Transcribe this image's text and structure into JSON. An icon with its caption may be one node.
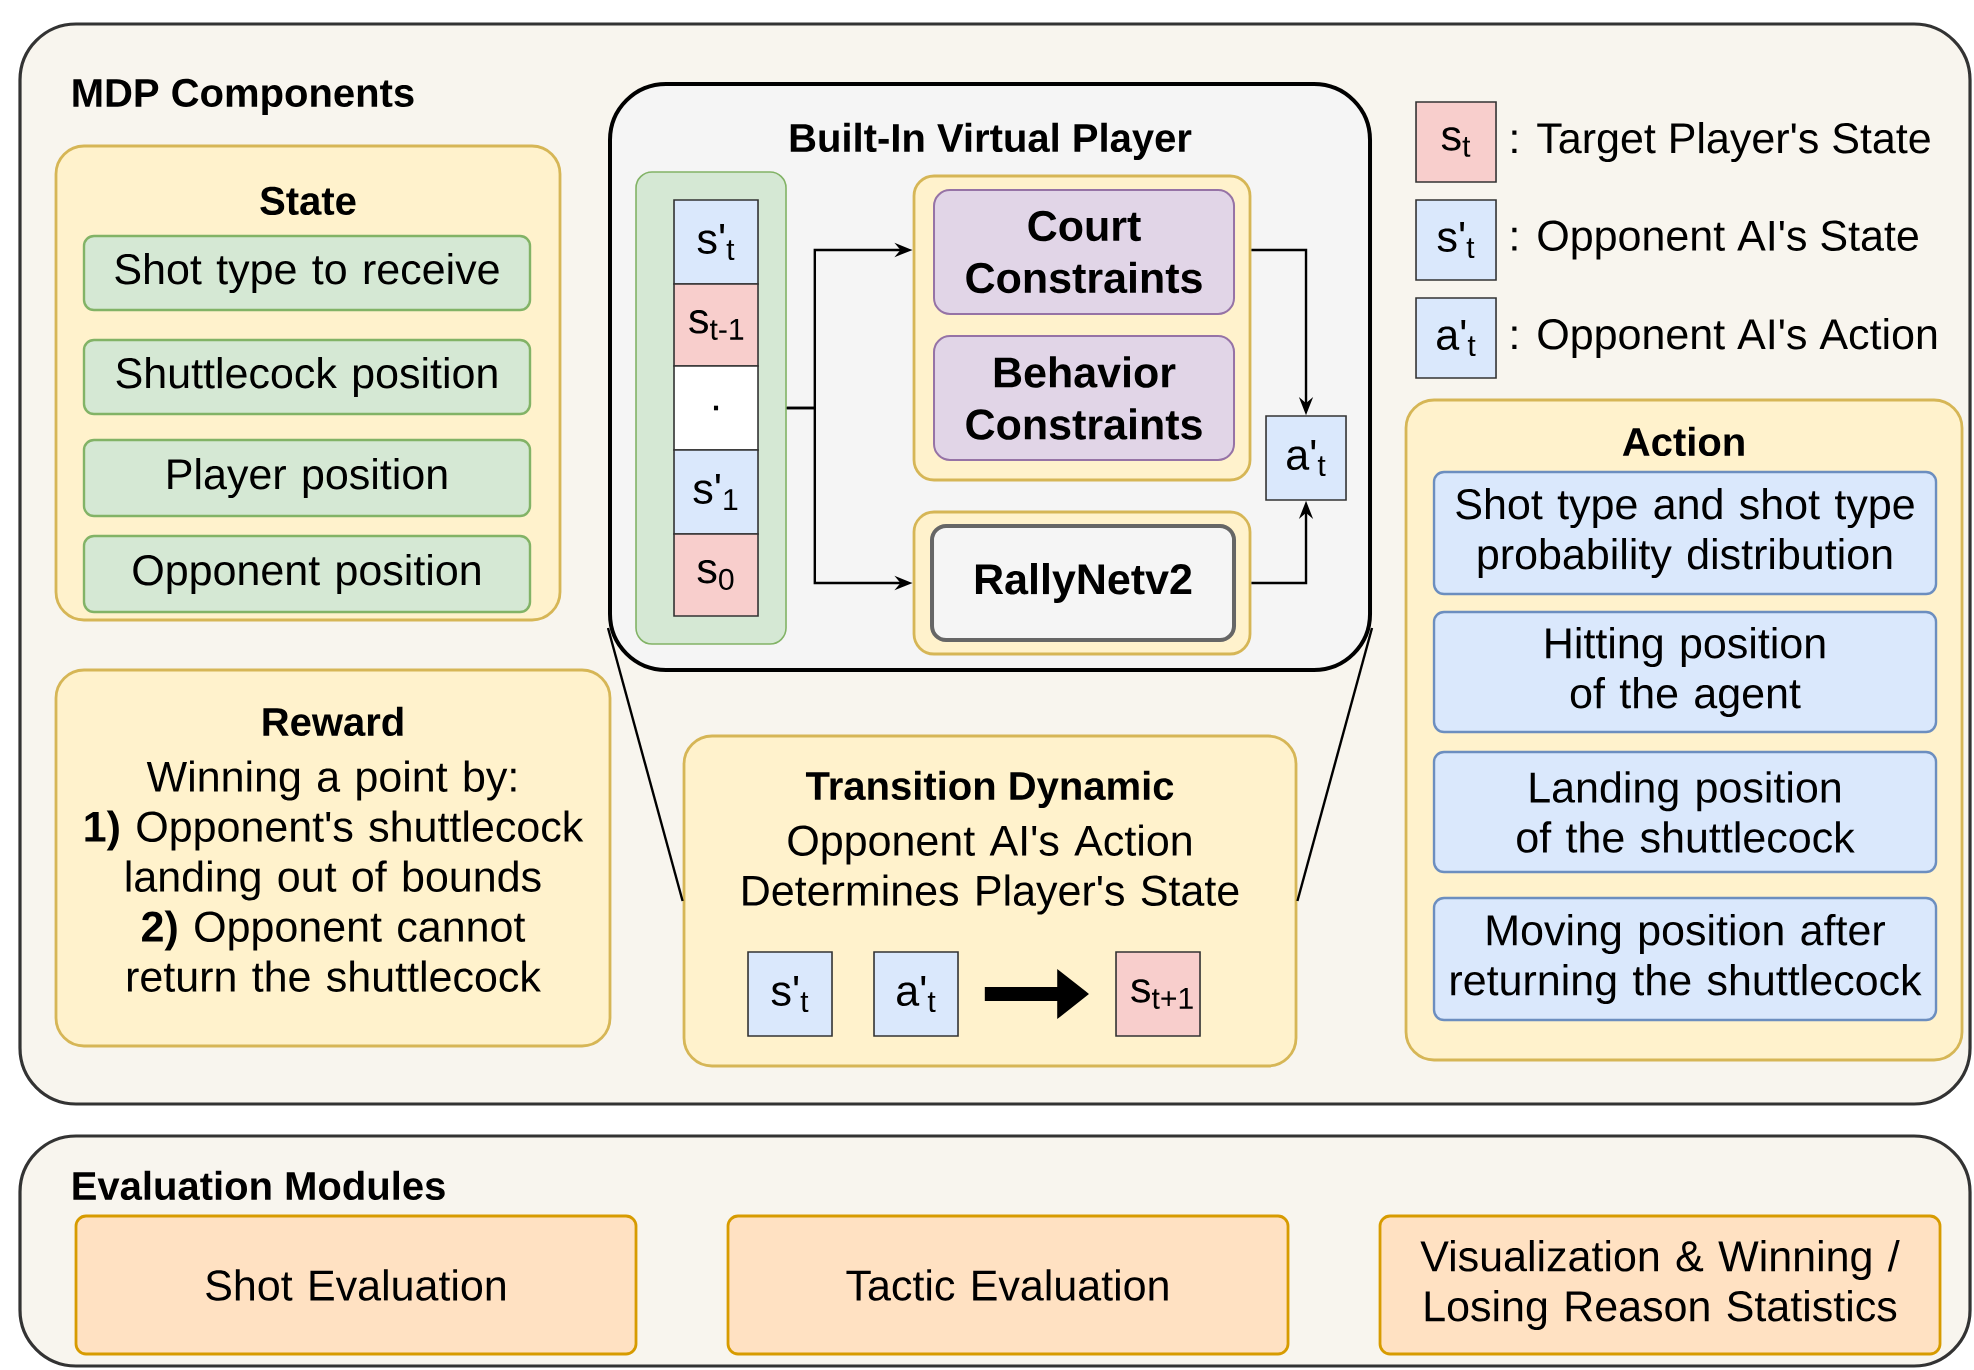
{
  "diagram": {
    "nodes": [
      {
        "text": [
          "MDP Components"
        ]
      },
      {
        "text": [
          "State"
        ],
        "in": 0
      },
      {
        "text": [
          "Shot type to receive"
        ],
        "in": 1
      },
      {
        "text": [
          "Shuttlecock position"
        ],
        "in": 1
      },
      {
        "text": [
          "Player position"
        ],
        "in": 1
      },
      {
        "text": [
          "Opponent position"
        ],
        "in": 1
      },
      {
        "text": [
          "Reward",
          "Winning a point by:",
          "**1)** Opponent's shuttlecock landing out of bounds",
          "**2)** Opponent cannot return the shuttlecock"
        ],
        "in": 0
      },
      {
        "text": [
          "Built-In Virtual Player"
        ],
        "in": 0
      },
      {
        "text": [],
        "shape": "box",
        "in": 7
      },
      {
        "text": [
          "s'$_{t}$"
        ],
        "in": 8
      },
      {
        "text": [
          "s$_{t-1}$"
        ],
        "in": 8
      },
      {
        "text": [
          "."
        ],
        "in": 8
      },
      {
        "text": [
          "s'$_{1}$"
        ],
        "in": 8
      },
      {
        "text": [
          "s$_{0}$"
        ],
        "in": 8
      },
      {
        "text": [],
        "shape": "box",
        "in": 7
      },
      {
        "text": [
          "Court Constraints"
        ],
        "in": 14
      },
      {
        "text": [
          "Behavior Constraints"
        ],
        "in": 14
      },
      {
        "text": [],
        "shape": "box",
        "in": 7
      },
      {
        "text": [
          "RallyNetv2"
        ],
        "in": 17
      },
      {
        "text": [
          "a'$_{t}$"
        ],
        "in": 7
      },
      {
        "text": [
          "Transition Dynamic",
          "Opponent AI's Action Determines Player's State"
        ],
        "in": 0
      },
      {
        "text": [
          "s'$_{t}$"
        ],
        "in": 20
      },
      {
        "text": [
          "a'$_{t}$"
        ],
        "in": 20
      },
      {
        "text": [
          "s$_{t+1}$"
        ],
        "in": 20
      },
      {
        "text": [
          "Action"
        ],
        "in": 0
      },
      {
        "text": [
          "Shot type and shot type probability distribution"
        ],
        "in": 24
      },
      {
        "text": [
          "Hitting position of the agent"
        ],
        "in": 24
      },
      {
        "text": [
          "Landing position of the shuttlecock"
        ],
        "in": 24
      },
      {
        "text": [
          "Moving position after returning the shuttlecock"
        ],
        "in": 24
      },
      {
        "text": [
          "Evaluation Modules"
        ]
      },
      {
        "text": [
          "Shot Evaluation"
        ],
        "in": 29
      },
      {
        "text": [
          "Tactic Evaluation"
        ],
        "in": 29
      },
      {
        "text": [
          "Visualization & Winning / Losing Reason Statistics"
        ],
        "in": 29
      }
    ],
    "edges": [
      {
        "from": 8,
        "to": 14,
        "arrow": "to"
      },
      {
        "from": 8,
        "to": 17,
        "arrow": "to"
      },
      {
        "from": 14,
        "to": 19,
        "arrow": "to"
      },
      {
        "from": 17,
        "to": 19,
        "arrow": "to"
      },
      {
        "from": 22,
        "to": 23,
        "arrow": "to",
        "style": "thick"
      },
      {
        "from": 7,
        "to": 20,
        "arrow": "none"
      },
      {
        "from": 7,
        "to": 20,
        "arrow": "none"
      }
    ],
    "labels": [
      "s$_{t}$",
      "s'$_{t}$",
      "a'$_{t}$"
    ],
    "legend": [
      {
        "text": ": Target Player's State",
        "color": "#f8cecc"
      },
      {
        "text": ": Opponent AI's State",
        "color": "#dae8fc"
      },
      {
        "text": ": Opponent AI's Action",
        "color": "#dae8fc"
      }
    ]
  }
}
